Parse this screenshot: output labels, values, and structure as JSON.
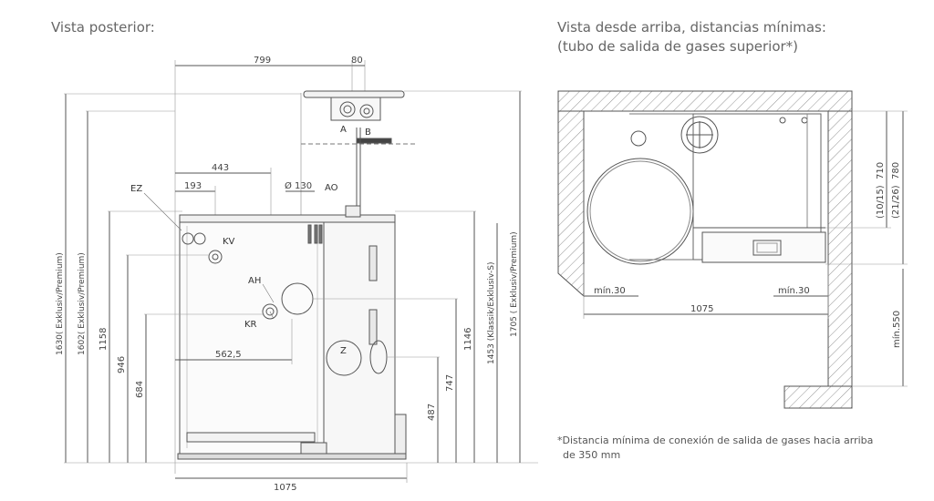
{
  "headings": {
    "left": "Vista posterior:",
    "right_line1": "Vista desde arriba, distancias mínimas:",
    "right_line2": "(tubo de salida de gases superior*)"
  },
  "rear_view": {
    "top_dims": {
      "d799": "799",
      "d80": "80",
      "d443": "443",
      "d193": "193",
      "d130": "Ø 130",
      "d5625": "562,5",
      "d1075": "1075"
    },
    "vertical_dims": {
      "v1630": "1630( Exklusiv/Premium)",
      "v1602": "1602( Exklusiv/Premium)",
      "v1158": "1158",
      "v946": "946",
      "v684": "684",
      "v1146": "1146",
      "v747": "747",
      "v487": "487",
      "v1453": "1453 (Klassik/Exklusiv-S)",
      "v1705": "1705 ( Exklusiv/Premium)"
    },
    "labels": {
      "A": "A",
      "B": "B",
      "EZ": "EZ",
      "KV": "KV",
      "AO": "AO",
      "AH": "AH",
      "KR": "KR",
      "Z": "Z"
    }
  },
  "top_view": {
    "dims": {
      "min30_left": "mín.30",
      "min30_right": "mín.30",
      "d1075": "1075",
      "v710": "710",
      "v1015": "(10/15)",
      "v780": "780",
      "v2126": "(21/26)",
      "min550": "mín.550"
    }
  },
  "footnote": {
    "line1": "*Distancia mínima de conexión de salida de gases hacia arriba",
    "line2": "de 350 mm"
  }
}
